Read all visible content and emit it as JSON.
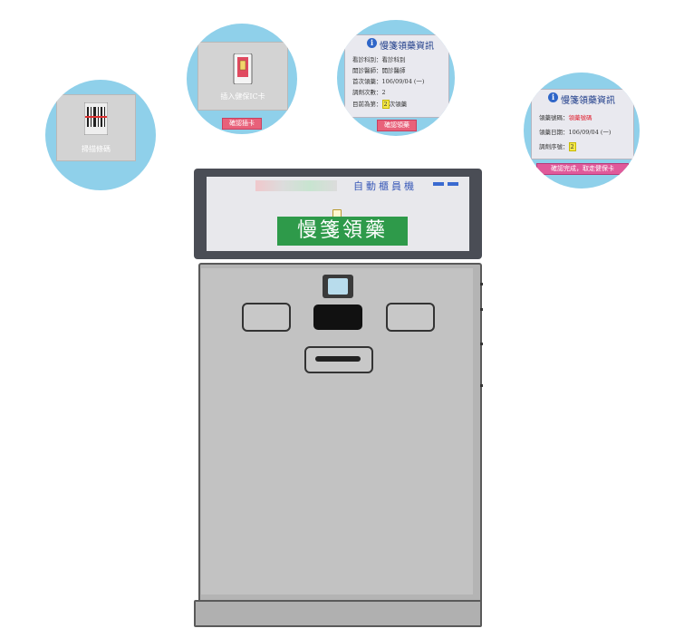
{
  "step1": {
    "label": "掃描條碼",
    "icon": "barcode-icon"
  },
  "step2": {
    "label": "插入健保IC卡",
    "button": "確認插卡",
    "icon": "ic-card-icon"
  },
  "step3": {
    "title": "慢箋領藥資訊",
    "rows": [
      "看診科別：看診科別",
      "開診醫師：開診醫師",
      "首次領藥：106/09/04 (一)",
      "調劑次數：2"
    ],
    "current_prefix": "目前為第：",
    "current_value": "2",
    "current_suffix": "次領藥",
    "button": "確認領藥"
  },
  "step4": {
    "title": "慢箋領藥資訊",
    "code_label": "領藥號碼：",
    "code_value": "領藥號碼",
    "date_row": "領藥日期：106/09/04 (一)",
    "queue_label": "調劑序號：",
    "queue_value": "2",
    "button": "確認完成，取走健保卡"
  },
  "kiosk": {
    "header": "自動櫃員機",
    "banner": "慢箋領藥",
    "colors": {
      "banner": "#2e9a4a",
      "header_text": "#3a5ab8",
      "circle": "#8fd0ea"
    }
  }
}
